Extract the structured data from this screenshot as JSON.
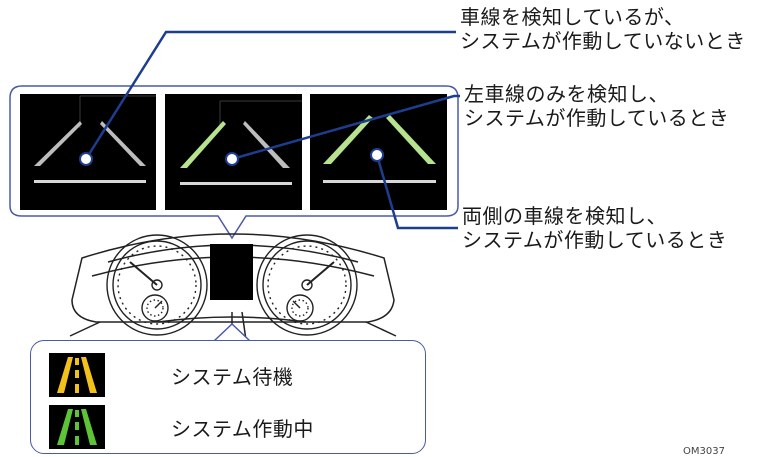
{
  "callouts": {
    "not_operating": [
      "車線を検知しているが、",
      "システムが作動していないとき"
    ],
    "left_only": [
      "左車線のみを検知し、",
      "システムが作動しているとき"
    ],
    "both_sides": [
      "両側の車線を検知し、",
      "システムが作動しているとき"
    ]
  },
  "legend": {
    "standby_label": "システム待機",
    "active_label": "システム作動中"
  },
  "figure_code": "OM3037",
  "colors": {
    "callout_line": "#1d3d8f",
    "frame_border": "#4a5aa8",
    "standby": "#f2c21b",
    "active": "#5cc436",
    "lane_gray": "#bdbdbd",
    "lane_green": "#b7e28e"
  }
}
